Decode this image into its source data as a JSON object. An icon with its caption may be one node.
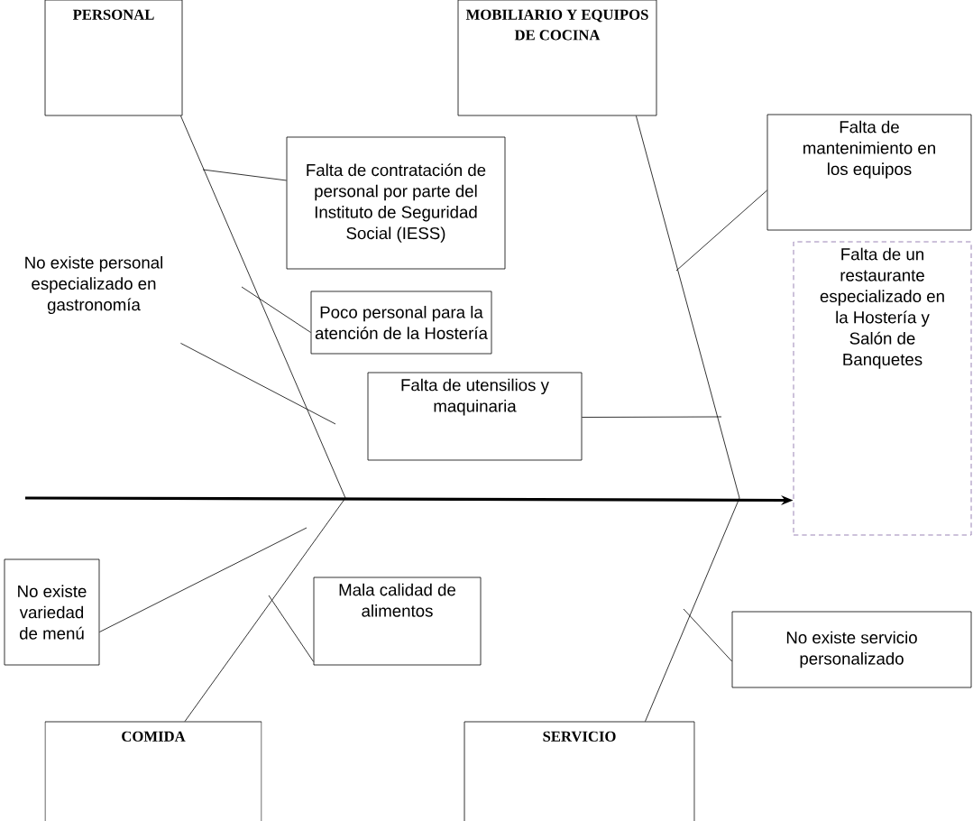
{
  "diagram": {
    "nodes": [
      {
        "text": [
          "PERSONAL"
        ]
      },
      {
        "text": [
          "MOBILIARIO Y EQUIPOS DE COCINA"
        ]
      },
      {
        "text": [
          "COMIDA"
        ]
      },
      {
        "text": [
          "SERVICIO"
        ]
      },
      {
        "text": [
          "Falta de un restaurante especializado en la Hostería y Salón de Banquetes"
        ]
      },
      {
        "text": [
          "Falta de contratación de personal por parte del Instituto de Seguridad Social (IESS)"
        ]
      },
      {
        "text": [
          "Falta de mantenimiento en los equipos"
        ]
      },
      {
        "text": [
          "No existe personal especializado en gastronomía"
        ]
      },
      {
        "text": [
          "Poco personal  para la atención de la Hostería"
        ]
      },
      {
        "text": [
          "Falta de utensilios y maquinaria"
        ]
      },
      {
        "text": [
          "No existe variedad de menú"
        ]
      },
      {
        "text": [
          "Mala calidad de alimentos"
        ]
      },
      {
        "text": [
          "No existe  servicio personalizado"
        ]
      }
    ],
    "edges": [
      {
        "from": null,
        "to": 4,
        "arrow": "to",
        "style": "thick"
      },
      {
        "from": 0,
        "to": null,
        "arrow": "none"
      },
      {
        "from": 1,
        "to": null,
        "arrow": "none"
      },
      {
        "from": 2,
        "to": null,
        "arrow": "none"
      },
      {
        "from": 3,
        "to": null,
        "arrow": "none"
      },
      {
        "from": 5,
        "to": null,
        "arrow": "none"
      },
      {
        "from": 7,
        "to": null,
        "arrow": "none"
      },
      {
        "from": 8,
        "to": null,
        "arrow": "none"
      },
      {
        "from": 9,
        "to": null,
        "arrow": "none"
      },
      {
        "from": 6,
        "to": null,
        "arrow": "none"
      },
      {
        "from": 10,
        "to": null,
        "arrow": "none"
      },
      {
        "from": 11,
        "to": null,
        "arrow": "none"
      },
      {
        "from": 12,
        "to": null,
        "arrow": "none"
      }
    ]
  }
}
